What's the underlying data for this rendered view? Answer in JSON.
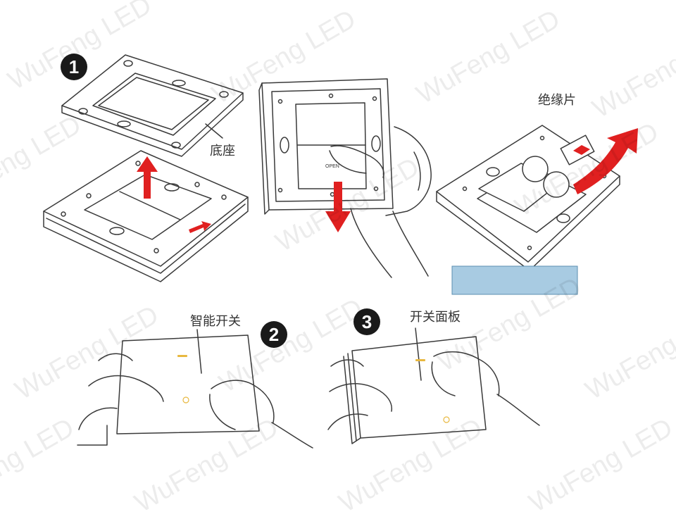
{
  "steps": {
    "one": "1",
    "two": "2",
    "three": "3"
  },
  "labels": {
    "base": "底座",
    "insulation_sheet": "绝缘片",
    "smart_switch": "智能开关",
    "switch_panel": "开关面板",
    "open": "OPEN"
  },
  "watermark": "WuFeng LED",
  "colors": {
    "arrow_red": "#e02020",
    "surface_blue": "#a8cbe2",
    "line": "#3a3a3a",
    "indicator": "#e8b840"
  }
}
